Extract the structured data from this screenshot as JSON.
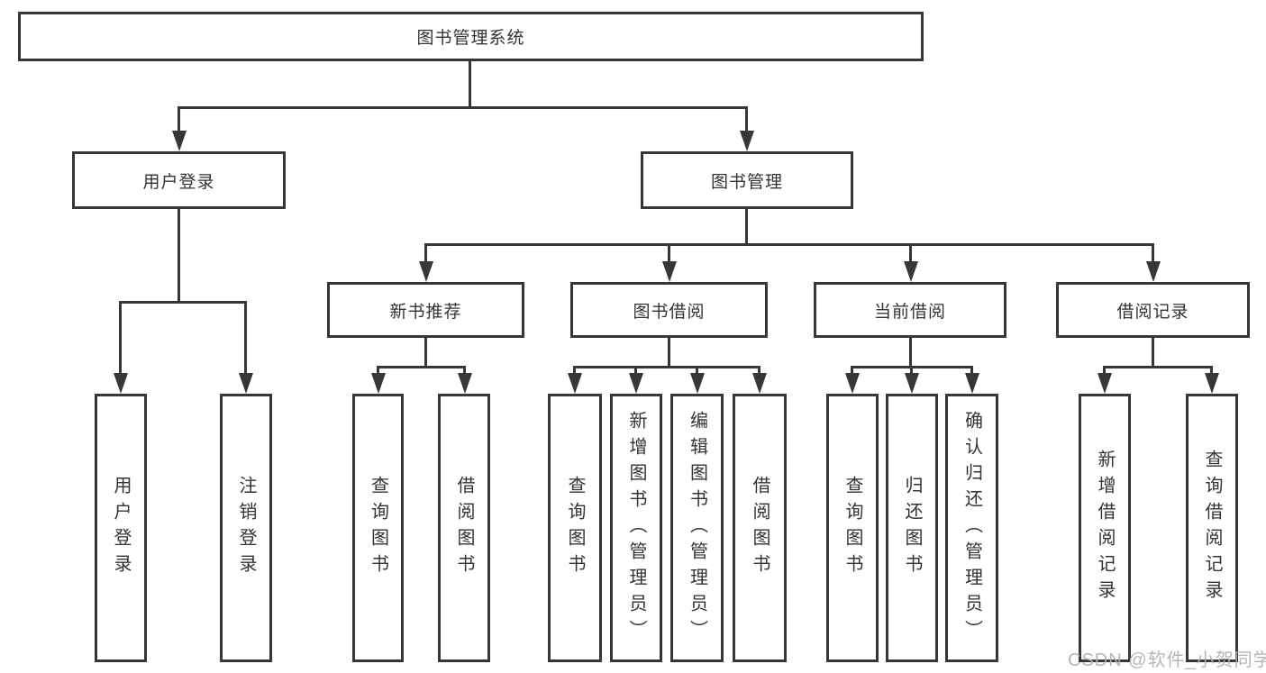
{
  "watermark": "CSDN @软件_小贺同学",
  "colors": {
    "line": "#373737",
    "border": "#373737",
    "text": "#333333",
    "watermark": "#b2b2b2",
    "background": "#ffffff"
  },
  "tree": {
    "root": "图书管理系统",
    "level2": [
      {
        "label": "用户登录",
        "leaves": [
          "用户登录",
          "注销登录"
        ]
      },
      {
        "label": "图书管理",
        "groups": [
          {
            "label": "新书推荐",
            "leaves": [
              "查询图书",
              "借阅图书"
            ]
          },
          {
            "label": "图书借阅",
            "leaves": [
              "查询图书",
              "新增图书（管理员）",
              "编辑图书（管理员）",
              "借阅图书"
            ]
          },
          {
            "label": "当前借阅",
            "leaves": [
              "查询图书",
              "归还图书",
              "确认归还（管理员）"
            ]
          },
          {
            "label": "借阅记录",
            "leaves": [
              "新增借阅记录",
              "查询借阅记录"
            ]
          }
        ]
      }
    ]
  }
}
